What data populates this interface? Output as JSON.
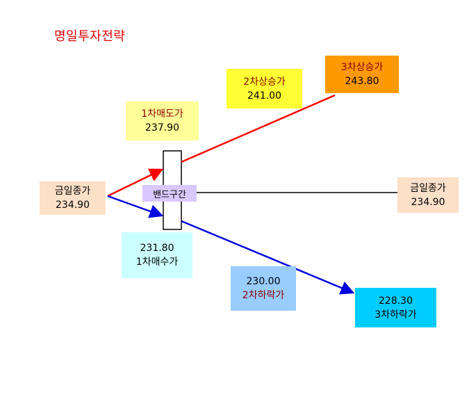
{
  "title": "명일투자전략",
  "band": {
    "label": "밴드구간"
  },
  "current_left": {
    "label": "금일종가",
    "value": "234.90"
  },
  "current_right": {
    "label": "금일종가",
    "value": "234.90"
  },
  "sell1": {
    "label": "1차매도가",
    "value": "237.90"
  },
  "up2": {
    "label": "2차상승가",
    "value": "241.00"
  },
  "up3": {
    "label": "3차상승가",
    "value": "243.80"
  },
  "buy1": {
    "value": "231.80",
    "label": "1차매수가"
  },
  "down2": {
    "value": "230.00",
    "label": "2차하락가"
  },
  "down3": {
    "value": "228.30",
    "label": "3차하락가"
  },
  "colors": {
    "up_line": "#ff0000",
    "down_line": "#0000e0",
    "flat_line": "#000000",
    "peach": "#fde0c8",
    "light_yellow": "#ffff99",
    "yellow": "#ffff33",
    "orange": "#ff9900",
    "light_cyan": "#ccffff",
    "light_blue": "#99ccff",
    "cyan": "#00ccff",
    "band_fill": "#d9c8ff"
  }
}
